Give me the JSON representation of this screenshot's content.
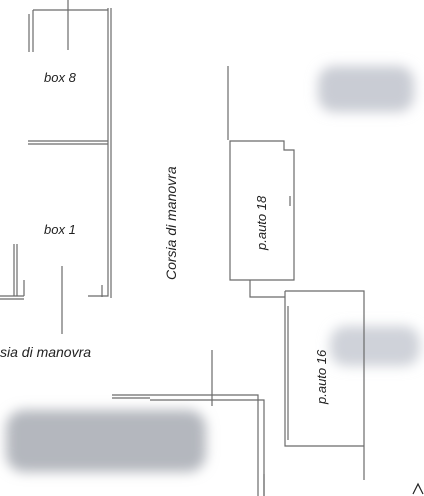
{
  "labels": {
    "box_8": "box 8",
    "box_1": "box 1",
    "corsia_vertical": "Corsia di manovra",
    "corsia_horizontal": "sia di manovra",
    "pauto_18": "p.auto 18",
    "pauto_16": "p.auto 16"
  },
  "colors": {
    "background": "#ffffff",
    "line": "#6b6b6b",
    "text": "#222222",
    "blur": "#c9ccd4"
  }
}
